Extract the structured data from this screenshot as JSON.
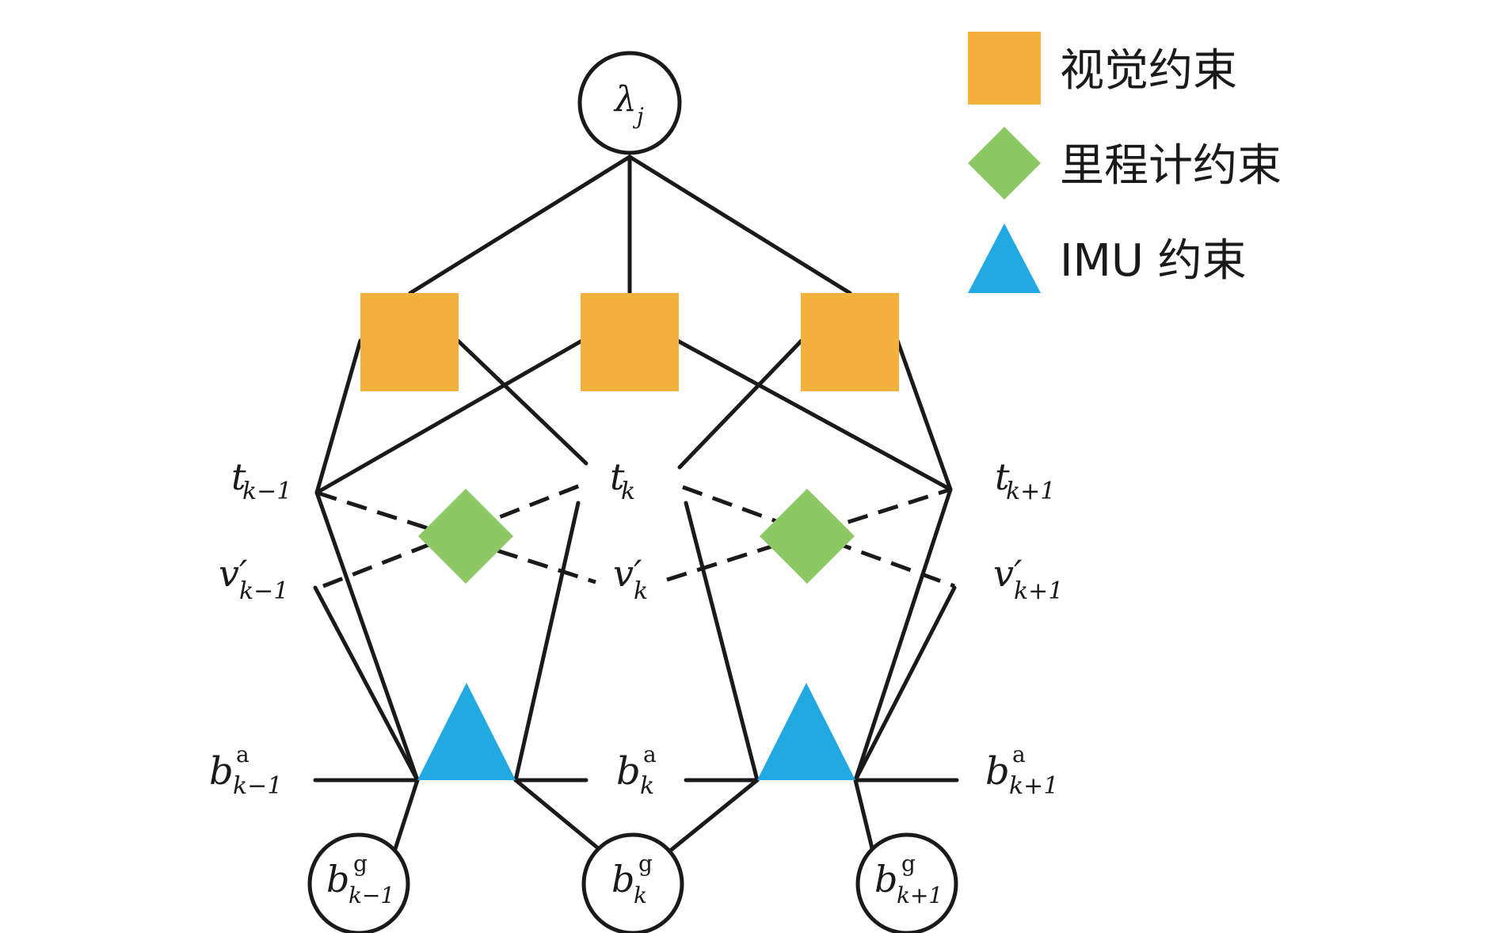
{
  "colors": {
    "visual": "#F4B13E",
    "odometer": "#8DC865",
    "imu": "#23A9E1",
    "line": "#1a1a1a"
  },
  "legend": [
    {
      "shape": "square",
      "label": "视觉约束"
    },
    {
      "shape": "diamond",
      "label": "里程计约束"
    },
    {
      "shape": "triangle",
      "label": "IMU 约束"
    }
  ],
  "nodes": {
    "lambda": {
      "sym": "λ",
      "sub": "j"
    },
    "t_km1": {
      "sym": "t",
      "sub": "k−1"
    },
    "t_k": {
      "sym": "t",
      "sub": "k"
    },
    "t_kp1": {
      "sym": "t",
      "sub": "k+1"
    },
    "v_km1": {
      "sym": "v′",
      "sub": "k−1"
    },
    "v_k": {
      "sym": "v′",
      "sub": "k"
    },
    "v_kp1": {
      "sym": "v′",
      "sub": "k+1"
    },
    "ba_km1": {
      "sym": "b",
      "sup": "a",
      "sub": "k−1"
    },
    "ba_k": {
      "sym": "b",
      "sup": "a",
      "sub": "k"
    },
    "ba_kp1": {
      "sym": "b",
      "sup": "a",
      "sub": "k+1"
    },
    "bg_km1": {
      "sym": "b",
      "sup": "g",
      "sub": "k−1"
    },
    "bg_k": {
      "sym": "b",
      "sup": "g",
      "sub": "k"
    },
    "bg_kp1": {
      "sym": "b",
      "sup": "g",
      "sub": "k+1"
    }
  }
}
